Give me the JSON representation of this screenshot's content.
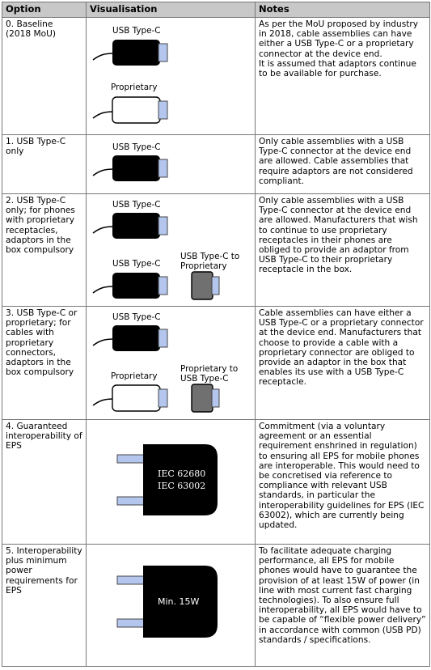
{
  "headers": {
    "option": "Option",
    "visualisation": "Visualisation",
    "notes": "Notes"
  },
  "rows": [
    {
      "option": "0. Baseline\n(2018 MoU)",
      "notes": "As per the MoU proposed by industry in 2018, cable assemblies can have either a USB Type-C or a proprietary connector at the device end.\nIt is assumed that adaptors continue to be available for purchase.",
      "labels": [
        "USB Type-C",
        "Proprietary"
      ]
    },
    {
      "option": "1. USB Type-C only",
      "notes": "Only cable assemblies with a USB Type-C connector at the device end are allowed. Cable assemblies that require adaptors are not considered compliant.",
      "labels": [
        "USB Type-C"
      ]
    },
    {
      "option": "2. USB Type-C only; for phones with proprietary receptacles, adaptors in the box compulsory",
      "notes": "Only cable assemblies with a USB Type-C connector at the device end are allowed. Manufacturers that wish to continue to use proprietary receptacles in their phones are obliged to provide an adaptor from USB Type-C to their proprietary receptacle in the box.",
      "labels": [
        "USB Type-C",
        "USB Type-C",
        "USB Type-C to Proprietary"
      ]
    },
    {
      "option": "3. USB Type-C or proprietary; for cables with proprietary connectors, adaptors in the box compulsory",
      "notes": "Cable assemblies can have either a USB Type-C or a proprietary connector at the device end. Manufacturers that choose to provide a cable with a proprietary connector are obliged to provide an adaptor in the box that enables its use with a USB Type-C receptacle.",
      "labels": [
        "USB Type-C",
        "Proprietary",
        "Proprietary to USB Type-C"
      ]
    },
    {
      "option": "4. Guaranteed interoperability of EPS",
      "notes": "Commitment (via a voluntary agreement or an essential requirement enshrined in regulation) to ensuring all EPS for mobile phones are interoperable. This would need to be concretised via reference to compliance with relevant USB standards, in particular the interoperability guidelines for EPS (IEC 63002), which are currently being updated.",
      "labels": [
        "IEC 62680",
        "IEC 63002"
      ]
    },
    {
      "option": "5. Interoperability plus minimum power requirements for EPS",
      "notes": "To facilitate adequate charging performance, all EPS for mobile phones would have to guarantee the provision of at least 15W of power (in line with most current fast charging technologies). To also ensure full interoperability, all EPS would have to be capable of “flexible power delivery” in accordance with common (USB PD) standards / specifications.",
      "labels": [
        "Min. 15W"
      ]
    }
  ],
  "colors": {
    "header_bg": "#c8c8c8",
    "plug_dark": "#000000",
    "plug_tip": "#b4c6ee",
    "adaptor": "#707070",
    "border": "#777777"
  }
}
